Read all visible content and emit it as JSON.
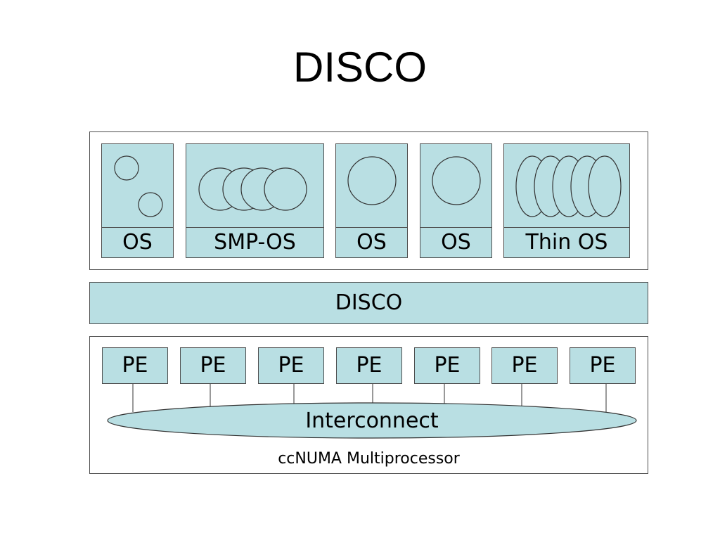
{
  "title": "DISCO",
  "virtual_machines": [
    {
      "label": "OS",
      "process_shape": "separate-process-circles"
    },
    {
      "label": "SMP-OS",
      "process_shape": "overlapping-process-circles"
    },
    {
      "label": "OS",
      "process_shape": "single-process-circle"
    },
    {
      "label": "OS",
      "process_shape": "single-process-circle"
    },
    {
      "label": "Thin OS",
      "process_shape": "overlapping-process-ellipses"
    }
  ],
  "monitor_layer": {
    "label": "DISCO"
  },
  "hardware": {
    "processing_elements": [
      "PE",
      "PE",
      "PE",
      "PE",
      "PE",
      "PE",
      "PE"
    ],
    "interconnect_label": "Interconnect",
    "machine_label": "ccNUMA Multiprocessor"
  },
  "colors": {
    "fill": "#b9dfe3",
    "stroke": "#4d4d4d",
    "background": "#ffffff"
  }
}
